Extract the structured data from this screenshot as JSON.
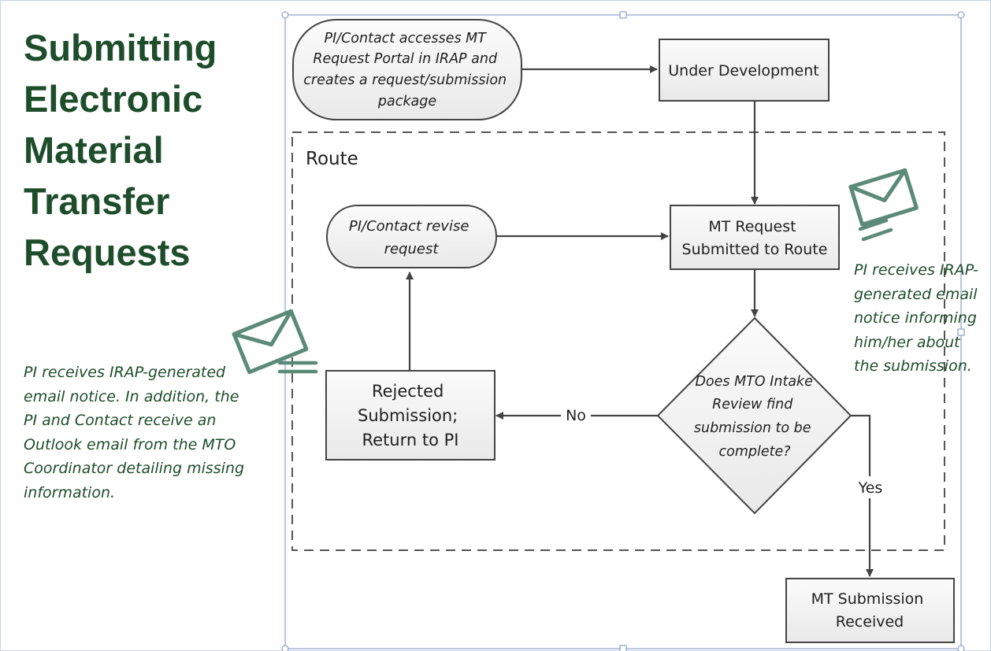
{
  "title": {
    "lines": [
      "Submitting",
      "Electronic",
      "Material",
      "Transfer",
      "Requests"
    ]
  },
  "notes": {
    "left": [
      "PI receives IRAP-generated",
      "email notice.  In addition, the",
      "PI and Contact receive an",
      "Outlook email from the MTO",
      "Coordinator detailing missing",
      "information."
    ],
    "right": [
      "PI receives IRAP-",
      "generated email",
      "notice informing",
      "him/her about",
      "the submission."
    ]
  },
  "diagram": {
    "route_label": "Route",
    "start_node": [
      "PI/Contact accesses MT",
      "Request Portal in IRAP and",
      "creates a request/submission",
      "package"
    ],
    "under_development": "Under Development",
    "mt_request": [
      "MT Request",
      "Submitted to Route"
    ],
    "revise_node": [
      "PI/Contact revise",
      "request"
    ],
    "decision": [
      "Does MTO Intake",
      "Review find",
      "submission to be",
      "complete?"
    ],
    "rejected": [
      "Rejected",
      "Submission;",
      "Return to PI"
    ],
    "received": [
      "MT Submission",
      "Received"
    ],
    "edge_no": "No",
    "edge_yes": "Yes"
  },
  "icons": [
    "envelope-icon",
    "envelope-icon"
  ],
  "colors": {
    "title_green": "#1e4d2b",
    "envelope_green": "#5b8a78",
    "box_fill": "#f3f3f3",
    "border": "#444444"
  }
}
